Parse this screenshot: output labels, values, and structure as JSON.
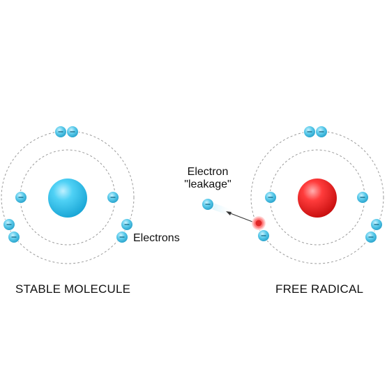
{
  "labels": {
    "electrons": "Electrons",
    "leakage_line1": "Electron",
    "leakage_line2": "\"leakage\"",
    "stable": "STABLE MOLECULE",
    "radical": "FREE RADICAL"
  },
  "colors": {
    "electron": "#4fc6e6",
    "electron_dark": "#1e9cc4",
    "nucleus_stable": "#3cc3ec",
    "nucleus_radical": "#ff3a3a",
    "orbit": "#9a9a9a",
    "leak_dot": "#ff4b4b"
  },
  "electron_glyph": "minus-sign",
  "atoms": [
    {
      "name": "stable-molecule",
      "nucleus": "blue",
      "electrons": 8
    },
    {
      "name": "free-radical",
      "nucleus": "red",
      "electrons": 7
    }
  ]
}
